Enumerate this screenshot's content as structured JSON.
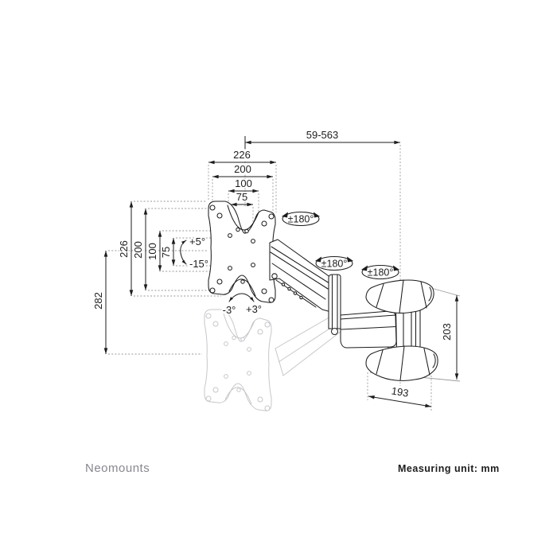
{
  "page": {
    "brand": "Neomounts",
    "note": "Measuring unit: mm"
  },
  "dims": {
    "width_outer": "226",
    "width_200": "200",
    "width_100": "100",
    "width_75": "75",
    "extension_range": "59-563",
    "height_outer": "226",
    "height_200": "200",
    "height_100": "100",
    "height_75": "75",
    "height_travel": "282",
    "bracket_height": "203",
    "bracket_depth": "193"
  },
  "annotations": {
    "swivel": [
      "±180°",
      "±180°",
      "±180°"
    ],
    "tilt_up": "+5°",
    "tilt_down": "-15°",
    "level_left": "-3°",
    "level_right": "+3°"
  },
  "colors": {
    "ink": "#1d1d1f",
    "ext": "#9a9a9e",
    "ghost": "#c7c7cb",
    "brand": "#87878f",
    "bg": "#ffffff"
  }
}
